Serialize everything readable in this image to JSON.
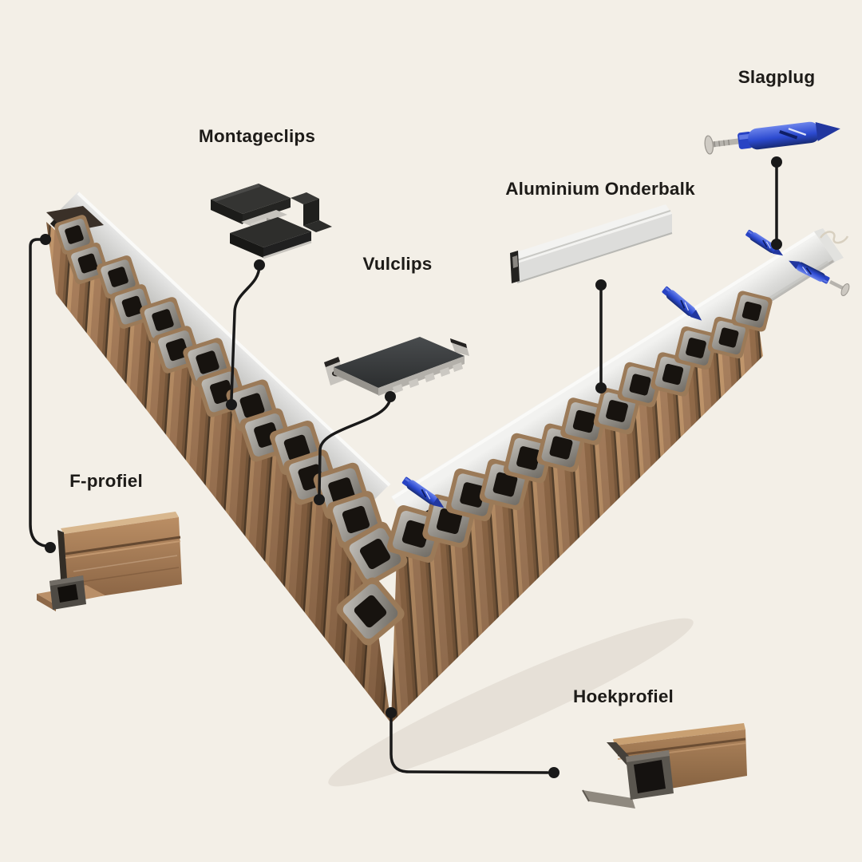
{
  "page": {
    "background_color": "#F3EFE7",
    "type_note": "exploded assembly diagram"
  },
  "labels": {
    "slagplug": "Slagplug",
    "montageclips": "Montageclips",
    "vulclips": "Vulclips",
    "aluminium_onderbalk": "Aluminium Onderbalk",
    "f_profiel": "F-profiel",
    "hoekprofiel": "Hoekprofiel"
  },
  "colors": {
    "label_text": "#1D1B18",
    "leader_line": "#191919",
    "wood_mid": "#A77E5B",
    "wood_dark": "#8A6546",
    "wood_light": "#BF946A",
    "aluminium_light": "#F2F2F0",
    "aluminium_mid": "#D9D9D6",
    "plug_blue": "#2C4AD0",
    "clip_black": "#2A2A28",
    "cross_section_gray": "#9B9893",
    "hole_black": "#17130F"
  }
}
